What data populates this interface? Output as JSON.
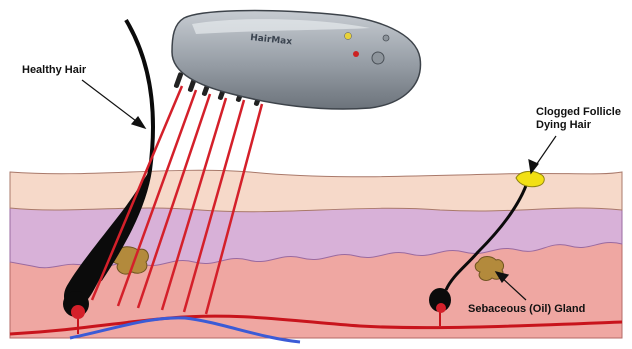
{
  "labels": {
    "healthy_hair": "Healthy Hair",
    "clogged_follicle_line1": "Clogged Follicle",
    "clogged_follicle_line2": "Dying Hair",
    "sebaceous_gland": "Sebaceous (Oil) Gland"
  },
  "device": {
    "brand": "HairMax"
  },
  "colors": {
    "skin_top": "#f6d9c9",
    "dermis_purple": "#d8b1d8",
    "tissue_pink": "#efa7a2",
    "laser_red": "#d4202a",
    "hair_black": "#0b0b0b",
    "gland_yellow": "#f2e014",
    "vein_blue": "#3b5bd6"
  }
}
